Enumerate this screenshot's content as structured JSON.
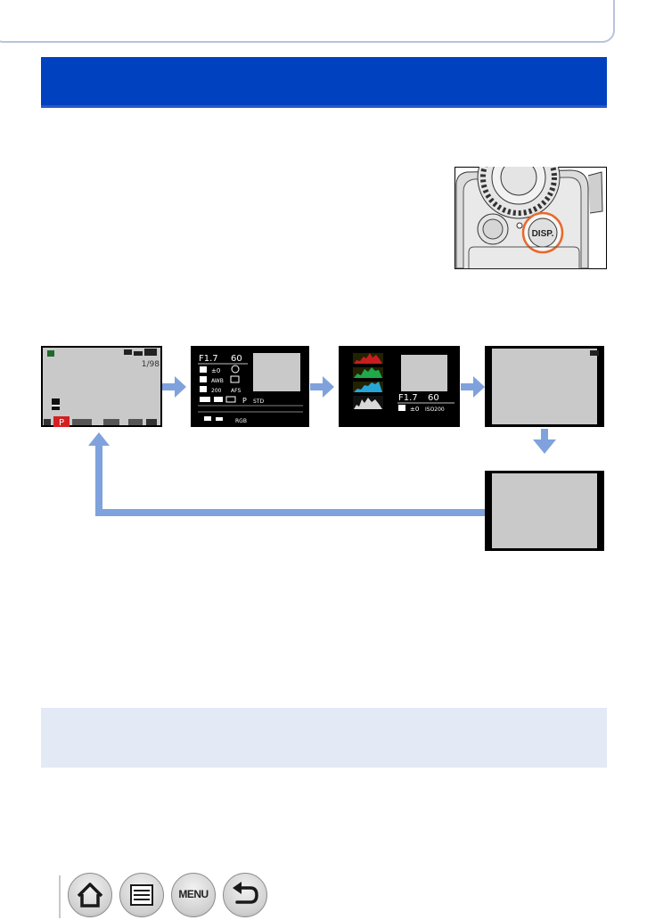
{
  "navigation": {
    "home_icon": "home-icon",
    "contents_icon": "list-icon",
    "menu_label": "MENU",
    "back_icon": "return-arrow-icon"
  },
  "camera": {
    "button_label": "DISP."
  },
  "screen1": {
    "counter": "1/98"
  },
  "screen2": {
    "aperture": "F1.7",
    "shutter": "60",
    "exposure": "±0",
    "white_balance": "AWB",
    "iso": "200",
    "focus_mode": "AFS",
    "mode": "P",
    "photo_style": "STD",
    "color_space": "RGB"
  },
  "screen3": {
    "aperture": "F1.7",
    "shutter": "60",
    "exposure": "±0",
    "iso": "ISO200"
  },
  "colors": {
    "banner": "#0041c0",
    "arrow": "#7fa2dd",
    "note_bg": "#e3e9f5",
    "dial_ring": "#e8692c"
  }
}
